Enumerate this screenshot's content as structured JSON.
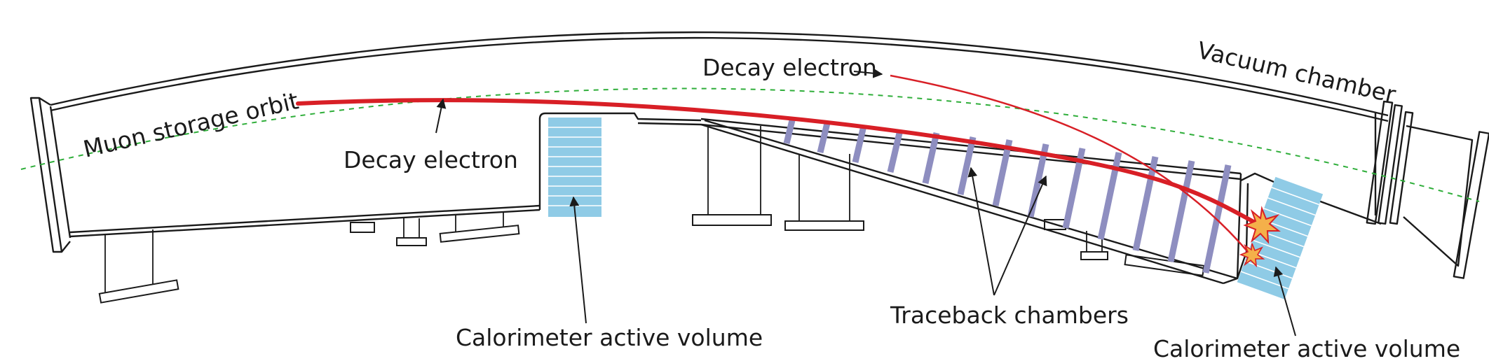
{
  "labels": {
    "vacuum_chamber": "Vacuum chamber",
    "muon_storage_orbit": "Muon storage orbit",
    "decay_electron_top": "Decay electron",
    "decay_electron_left": "Decay electron",
    "traceback_chambers": "Traceback chambers",
    "calorimeter_left": "Calorimeter active volume",
    "calorimeter_right": "Calorimeter active volume"
  },
  "colors": {
    "outline": "#1a1a1a",
    "electron_track": "#d81f26",
    "orbit": "#2fae3a",
    "calorimeter_fill": "#8fcbe6",
    "calorimeter_line": "#ffffff",
    "traceback_chamber": "#8e8ec0",
    "shower_fill": "#f4b04a",
    "shower_stroke": "#d81f26"
  }
}
